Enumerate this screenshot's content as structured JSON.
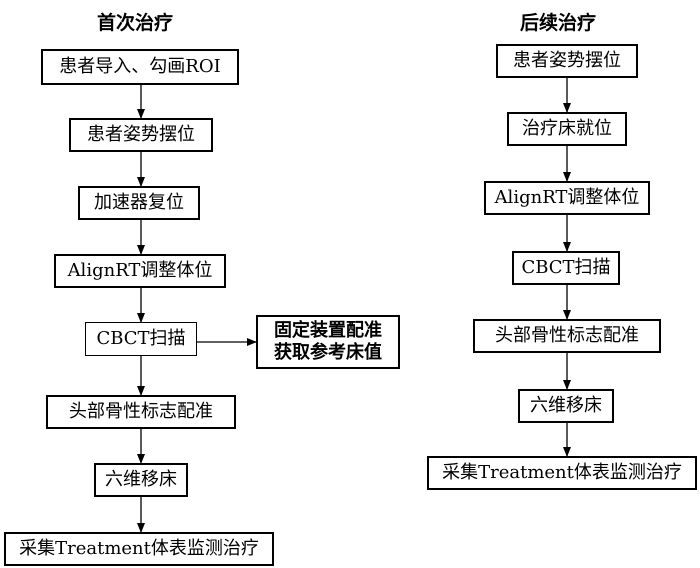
{
  "first": {
    "title": "首次治疗",
    "steps": [
      "患者导入、勾画ROI",
      "患者姿势摆位",
      "加速器复位",
      "AlignRT调整体位",
      "CBCT扫描",
      "头部骨性标志配准",
      "六维移床",
      "采集Treatment体表监测治疗"
    ],
    "side": [
      "固定装置配准",
      "获取参考床值"
    ]
  },
  "followup": {
    "title": "后续治疗",
    "steps": [
      "患者姿势摆位",
      "治疗床就位",
      "AlignRT调整体位",
      "CBCT扫描",
      "头部骨性标志配准",
      "六维移床",
      "采集Treatment体表监测治疗"
    ]
  }
}
